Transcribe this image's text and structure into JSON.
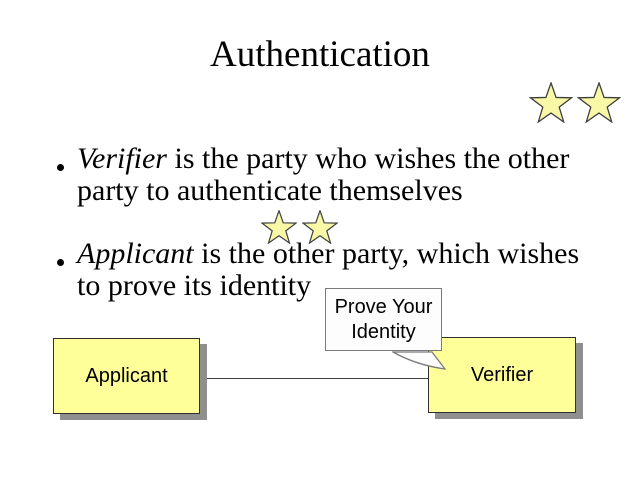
{
  "slide": {
    "title": "Authentication",
    "bullets": [
      {
        "term": "Verifier",
        "line1_rest": " is the party who wishes the other",
        "line2": "party to authenticate themselves"
      },
      {
        "term": "Applicant",
        "line1_rest": " is the other party, which wishes",
        "line2": "to prove its identity"
      }
    ],
    "callout": {
      "line1": "Prove Your",
      "line2": "Identity"
    },
    "diagram": {
      "applicant_label": "Applicant",
      "verifier_label": "Verifier"
    },
    "decorations": {
      "stars_top_right": 2,
      "stars_above_second_bullet": 2
    },
    "colors": {
      "background": "#FFFFFF",
      "text": "#000000",
      "box_fill": "#FFFF99",
      "box_border": "#2F2F2F",
      "box_shadow": "#8F8F8F",
      "star_fill": "#F8F8A6",
      "star_outline": "#404040",
      "callout_fill": "#FDFDFD",
      "callout_border": "#7A7A7A",
      "connector_line": "#3F3F3F"
    }
  }
}
